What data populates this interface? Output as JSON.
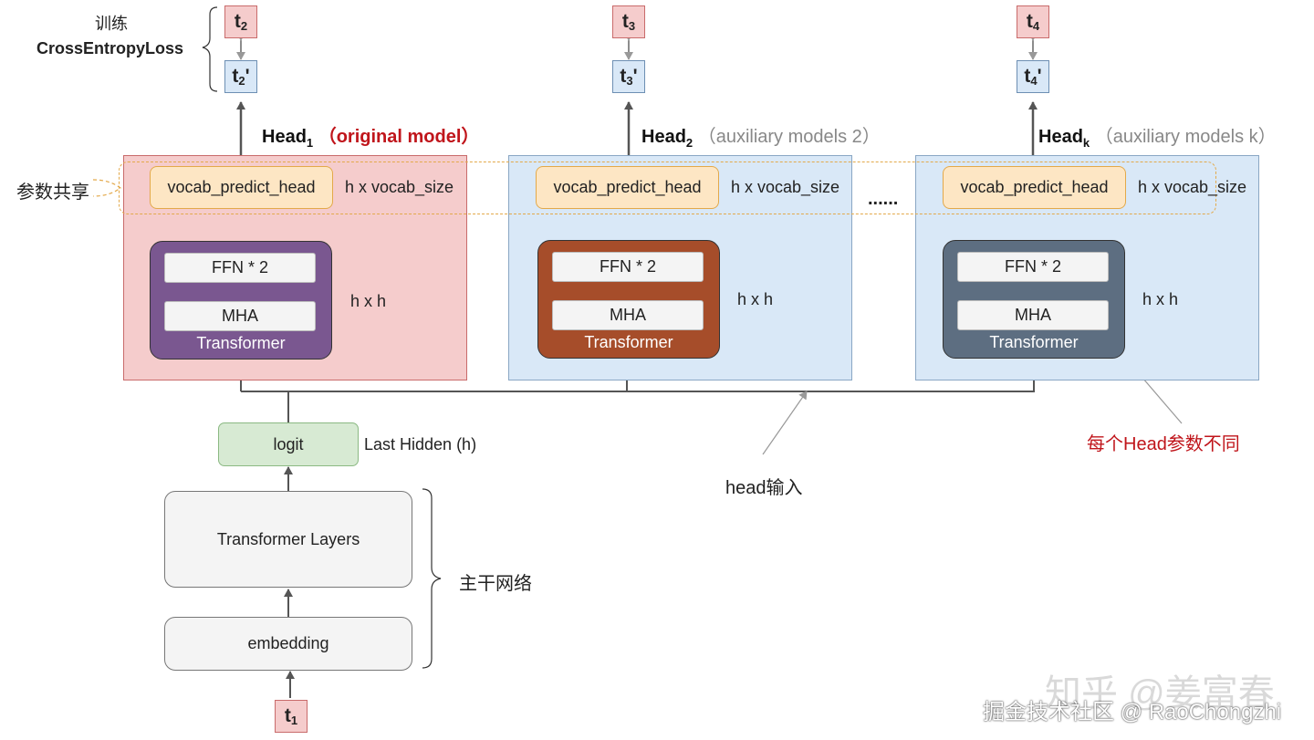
{
  "left_note": {
    "train": "训练",
    "loss": "CrossEntropyLoss"
  },
  "param_share": "参数共享",
  "heads": [
    {
      "name": "Head",
      "sub": "1",
      "desc": "（original model）",
      "target": "t",
      "target_sub": "2",
      "pred": "t",
      "pred_sub": "2",
      "prime": "'",
      "vocab": "vocab_predict_head",
      "vocab_dim": "h x vocab_size",
      "ffn": "FFN * 2",
      "mha": "MHA",
      "transformer": "Transformer",
      "hh": "h x h",
      "color": "#7a5790"
    },
    {
      "name": "Head",
      "sub": "2",
      "desc": "（auxiliary models 2）",
      "target": "t",
      "target_sub": "3",
      "pred": "t",
      "pred_sub": "3",
      "prime": "'",
      "vocab": "vocab_predict_head",
      "vocab_dim": "h x vocab_size",
      "ffn": "FFN * 2",
      "mha": "MHA",
      "transformer": "Transformer",
      "hh": "h x h",
      "color": "#a64d2a"
    },
    {
      "name": "Head",
      "sub": "k",
      "desc": "（auxiliary models k）",
      "target": "t",
      "target_sub": "4",
      "pred": "t",
      "pred_sub": "4",
      "prime": "'",
      "vocab": "vocab_predict_head",
      "vocab_dim": "h x vocab_size",
      "ffn": "FFN * 2",
      "mha": "MHA",
      "transformer": "Transformer",
      "hh": "h x h",
      "color": "#5d6e81"
    }
  ],
  "ellipsis": "......",
  "logit": "logit",
  "last_hidden": "Last Hidden (h)",
  "head_input": "head输入",
  "diff_params": "每个Head参数不同",
  "backbone": {
    "layers": "Transformer Layers",
    "embedding": "embedding",
    "label": "主干网络"
  },
  "input_token": {
    "t": "t",
    "sub": "1"
  },
  "watermark": {
    "line1": "知乎 @姜富春",
    "line2": "掘金技术社区 @ RaoChongzhi"
  },
  "colors": {
    "accent_red": "#c0151b",
    "muted": "#888888"
  }
}
